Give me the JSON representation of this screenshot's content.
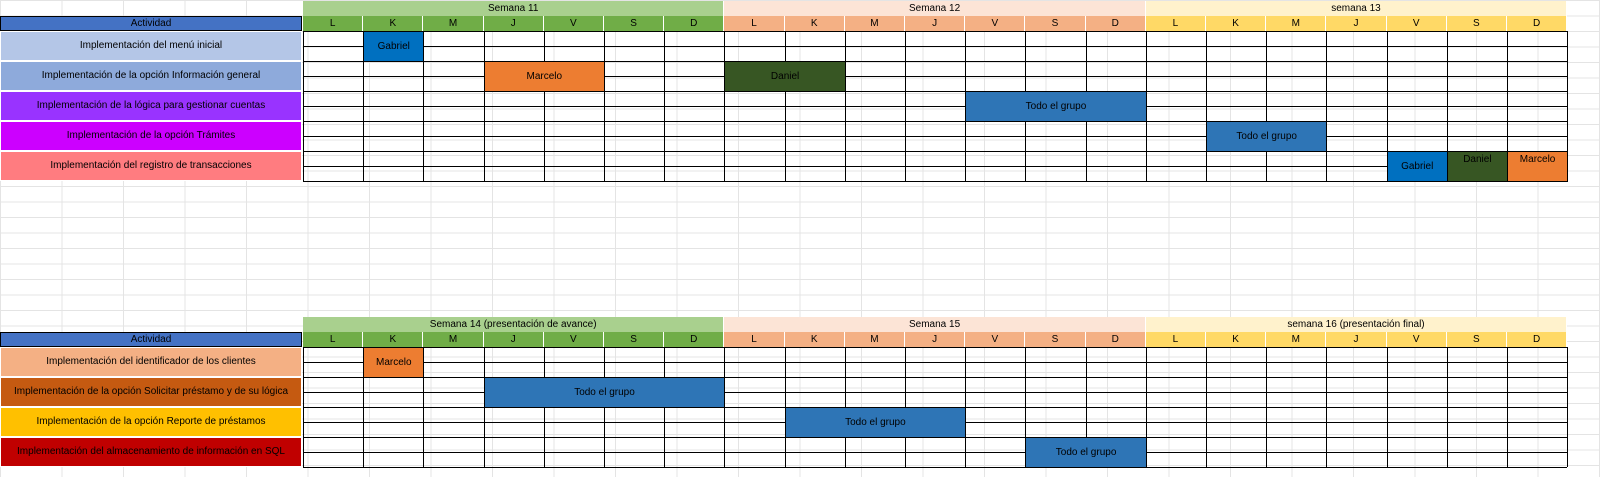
{
  "sections": [
    {
      "activity_header": "Actividad",
      "weeks": [
        {
          "label": "Semana 11",
          "bg": "#a9d08e",
          "day_bg": "#70ad47"
        },
        {
          "label": "Semana 12",
          "bg": "#fce4d6",
          "day_bg": "#f4b084"
        },
        {
          "label": "semana 13",
          "bg": "#fff2cc",
          "day_bg": "#ffd966"
        }
      ],
      "days": [
        "L",
        "K",
        "M",
        "J",
        "V",
        "S",
        "D"
      ],
      "tasks": [
        {
          "label": "Implementación del menú inicial",
          "bg": "#b4c6e7"
        },
        {
          "label": "Implementación de la opción Información general",
          "bg": "#8eaadb"
        },
        {
          "label": "Implementación de la lógica para gestionar cuentas",
          "bg": "#9933ff"
        },
        {
          "label": "Implementación de la opción Trámites",
          "bg": "#cc00ff"
        },
        {
          "label": "Implementación del registro de transacciones",
          "bg": "#ff7c80"
        }
      ],
      "bars": [
        {
          "label": "Gabriel",
          "row": 0,
          "start": 1,
          "span": 1,
          "bg": "#0070c0"
        },
        {
          "label": "Marcelo",
          "row": 1,
          "start": 3,
          "span": 2,
          "bg": "#ed7d31"
        },
        {
          "label": "Daniel",
          "row": 1,
          "start": 7,
          "span": 2,
          "bg": "#375623"
        },
        {
          "label": "Todo el grupo",
          "row": 2,
          "start": 11,
          "span": 3,
          "bg": "#2e75b6"
        },
        {
          "label": "Todo el grupo",
          "row": 3,
          "start": 15,
          "span": 2,
          "bg": "#2e75b6"
        },
        {
          "label": "Gabriel",
          "row": 4,
          "start": 18,
          "span": 1,
          "bg": "#0070c0"
        },
        {
          "label": "Daniel",
          "row": 4,
          "start": 19,
          "span": 1,
          "bg": "#375623",
          "align": "top"
        },
        {
          "label": "Marcelo",
          "row": 4,
          "start": 20,
          "span": 1,
          "bg": "#ed7d31",
          "align": "top"
        }
      ]
    },
    {
      "activity_header": "Actividad",
      "weeks": [
        {
          "label": "Semana 14 (presentación de avance)",
          "bg": "#a9d08e",
          "day_bg": "#70ad47"
        },
        {
          "label": "Semana 15",
          "bg": "#fce4d6",
          "day_bg": "#f4b084"
        },
        {
          "label": "semana 16 (presentación final)",
          "bg": "#fff2cc",
          "day_bg": "#ffd966"
        }
      ],
      "days": [
        "L",
        "K",
        "M",
        "J",
        "V",
        "S",
        "D"
      ],
      "tasks": [
        {
          "label": "Implementación del identificador de los clientes",
          "bg": "#f4b084"
        },
        {
          "label": "Implementación de la opción Solicitar préstamo y de su lógica",
          "bg": "#c55a11"
        },
        {
          "label": "Implementación de la opción Reporte de préstamos",
          "bg": "#ffc000"
        },
        {
          "label": "Implementación del almacenamiento de información en SQL",
          "bg": "#c00000"
        }
      ],
      "bars": [
        {
          "label": "Marcelo",
          "row": 0,
          "start": 1,
          "span": 1,
          "bg": "#ed7d31"
        },
        {
          "label": "Todo el grupo",
          "row": 1,
          "start": 3,
          "span": 4,
          "bg": "#2e75b6"
        },
        {
          "label": "Todo el grupo",
          "row": 2,
          "start": 8,
          "span": 3,
          "bg": "#2e75b6"
        },
        {
          "label": "Todo el grupo",
          "row": 3,
          "start": 12,
          "span": 2,
          "bg": "#2e75b6"
        }
      ]
    }
  ]
}
